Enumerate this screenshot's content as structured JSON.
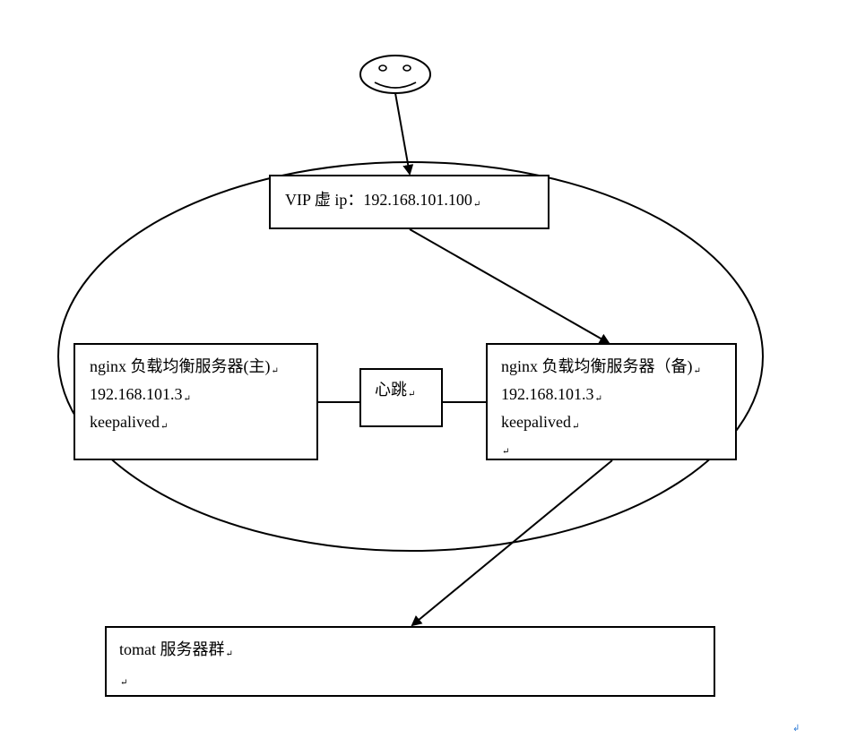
{
  "user_icon": "smiley-face-icon",
  "vip_box": {
    "line1": "VIP 虚 ip：192.168.101.100"
  },
  "master_box": {
    "line1": "nginx 负载均衡服务器(主)",
    "line2": "192.168.101.3",
    "line3": "keepalived"
  },
  "heartbeat_box": {
    "label": "心跳"
  },
  "backup_box": {
    "line1": "nginx 负载均衡服务器（备)",
    "line2": "192.168.101.3",
    "line3": "keepalived"
  },
  "tomcat_box": {
    "line1": "tomat 服务器群"
  },
  "paragraph_mark": "↵",
  "blue_mark": "↲"
}
